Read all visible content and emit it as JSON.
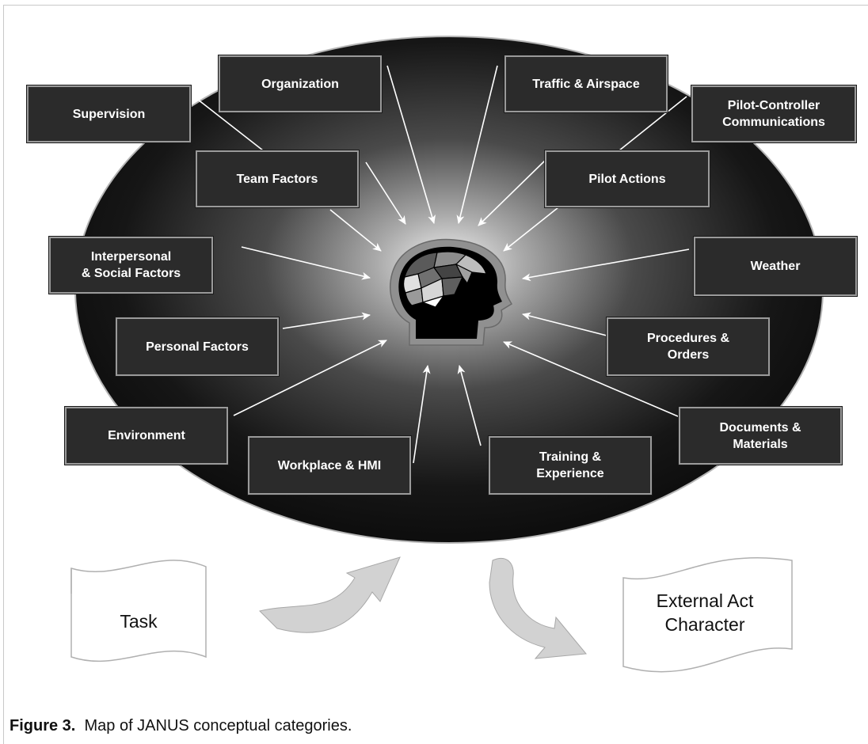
{
  "categories": {
    "organization": "Organization",
    "traffic_airspace": "Traffic & Airspace",
    "supervision": "Supervision",
    "pilot_controller": "Pilot-Controller\nCommunications",
    "team_factors": "Team Factors",
    "pilot_actions": "Pilot Actions",
    "interpersonal": "Interpersonal\n& Social Factors",
    "weather": "Weather",
    "personal_factors": "Personal Factors",
    "procedures": "Procedures &\nOrders",
    "environment": "Environment",
    "documents": "Documents &\nMaterials",
    "workplace": "Workplace & HMI",
    "training": "Training &\nExperience"
  },
  "documents": {
    "task": "Task",
    "external": "External Act\nCharacter"
  },
  "caption": {
    "label": "Figure 3.",
    "text": "Map of JANUS conceptual categories."
  },
  "icons": [
    "head-brain-icon",
    "curved-arrow-icon"
  ]
}
